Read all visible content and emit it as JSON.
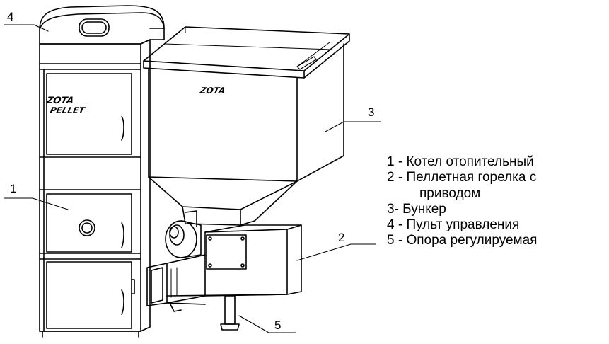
{
  "brand": {
    "boiler_line1": "ZOTA",
    "boiler_line2": "PELLET",
    "hopper": "ZOTA"
  },
  "callouts": [
    "1",
    "2",
    "3",
    "4",
    "5"
  ],
  "legend": [
    "1 - Котел отопительный",
    "2 - Пеллетная горелка с",
    "приводом",
    "3- Бункер",
    "4 - Пульт управления",
    "5 - Опора регулируемая"
  ]
}
